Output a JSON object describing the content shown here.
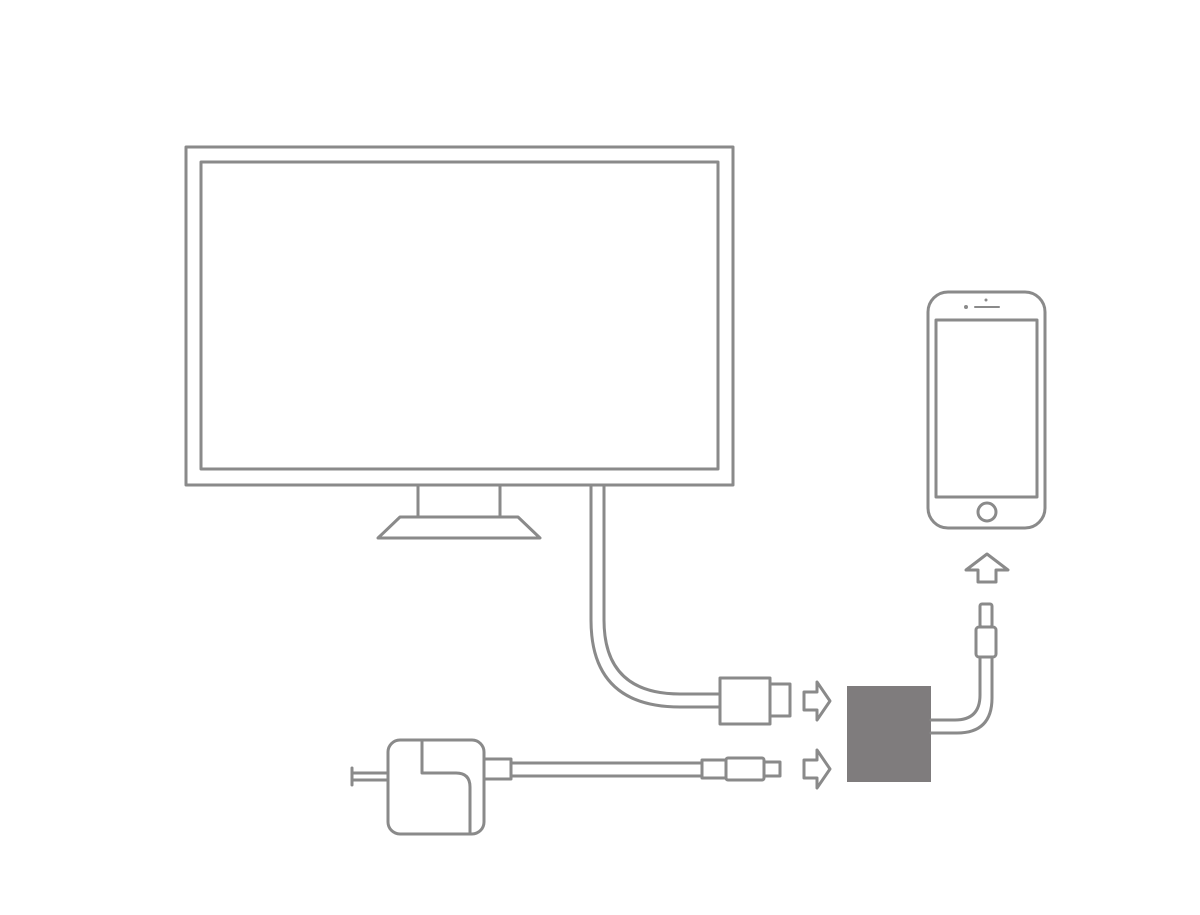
{
  "colors": {
    "line": "#8a8a8a",
    "adapter_fill": "#7f7c7d",
    "background": "#ffffff"
  },
  "diagram": {
    "components": [
      {
        "id": "monitor",
        "icon": "monitor-icon"
      },
      {
        "id": "phone",
        "icon": "smartphone-icon"
      },
      {
        "id": "av-adapter",
        "icon": "adapter-icon"
      },
      {
        "id": "power-adapter",
        "icon": "power-plug-icon"
      },
      {
        "id": "hdmi-cable",
        "icon": "hdmi-cable-icon"
      },
      {
        "id": "usb-cable",
        "icon": "usb-cable-icon"
      },
      {
        "id": "lightning-connector",
        "icon": "lightning-connector-icon"
      }
    ],
    "arrows": [
      {
        "from": "hdmi-cable",
        "to": "av-adapter",
        "direction": "right"
      },
      {
        "from": "usb-cable",
        "to": "av-adapter",
        "direction": "right"
      },
      {
        "from": "lightning-connector",
        "to": "phone",
        "direction": "up"
      }
    ]
  }
}
